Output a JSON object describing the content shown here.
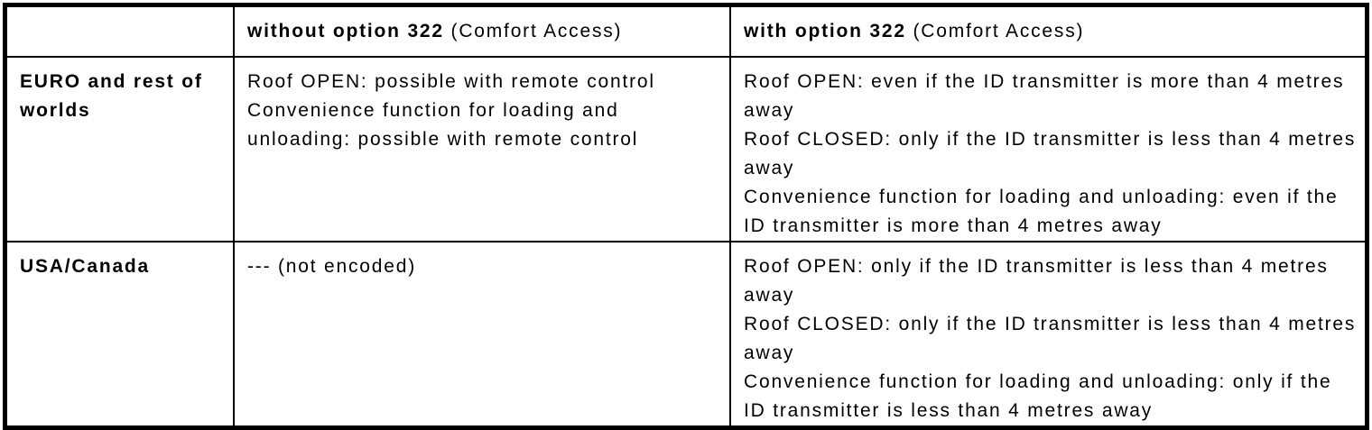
{
  "colors": {
    "text": "#000000",
    "background": "#ffffff",
    "border": "#000000"
  },
  "table": {
    "header": {
      "corner": "",
      "without": {
        "bold": "without option 322",
        "rest": " (Comfort Access)"
      },
      "with": {
        "bold": "with option 322",
        "rest": " (Comfort Access)"
      }
    },
    "rows": [
      {
        "region": "EURO and rest of worlds",
        "without_items": [
          "Roof OPEN: possible with remote control",
          "Convenience function for loading and unloading: possible with remote control"
        ],
        "with_items": [
          "Roof OPEN: even if the ID transmitter is more than 4 metres away",
          "Roof CLOSED: only if the ID transmitter is less than 4 metres away",
          "Convenience function for loading and unloading: even if the ID transmitter is more than 4 metres away"
        ]
      },
      {
        "region": "USA/Canada",
        "without_items": [
          "--- (not encoded)"
        ],
        "with_items": [
          "Roof OPEN: only if the ID transmitter is less than 4 metres away",
          "Roof CLOSED: only if the ID transmitter is less than 4 metres away",
          "Convenience function for loading and unloading: only if the ID transmitter is less than 4 metres away"
        ]
      }
    ]
  }
}
